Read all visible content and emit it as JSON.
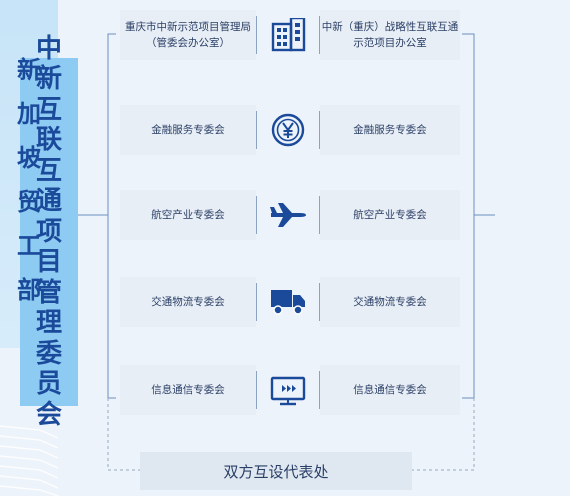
{
  "left_panel": {
    "chars": [
      "中",
      "新",
      "互",
      "联",
      "互",
      "通",
      "项",
      "目",
      "管",
      "理",
      "委",
      "员",
      "会"
    ]
  },
  "right_panel": {
    "chars": [
      "新",
      "加",
      "坡",
      "贸",
      "工",
      "部"
    ]
  },
  "rows": [
    {
      "left": "重庆市中新示范项目管理局\n（管委会办公室）",
      "right": "中新（重庆）战略性互联互通\n示范项目办公室",
      "icon": "building-icon"
    },
    {
      "left": "金融服务专委会",
      "right": "金融服务专委会",
      "icon": "yuan-icon"
    },
    {
      "left": "航空产业专委会",
      "right": "航空产业专委会",
      "icon": "airplane-icon"
    },
    {
      "left": "交通物流专委会",
      "right": "交通物流专委会",
      "icon": "truck-icon"
    },
    {
      "left": "信息通信专委会",
      "right": "信息通信专委会",
      "icon": "monitor-icon"
    }
  ],
  "bottom": {
    "label": "双方互设代表处"
  },
  "colors": {
    "accent": "#1b4a9a",
    "left_panel": "#8dcbf3",
    "right_panel": "#c7e4f8",
    "line": "#8aa3c3"
  }
}
